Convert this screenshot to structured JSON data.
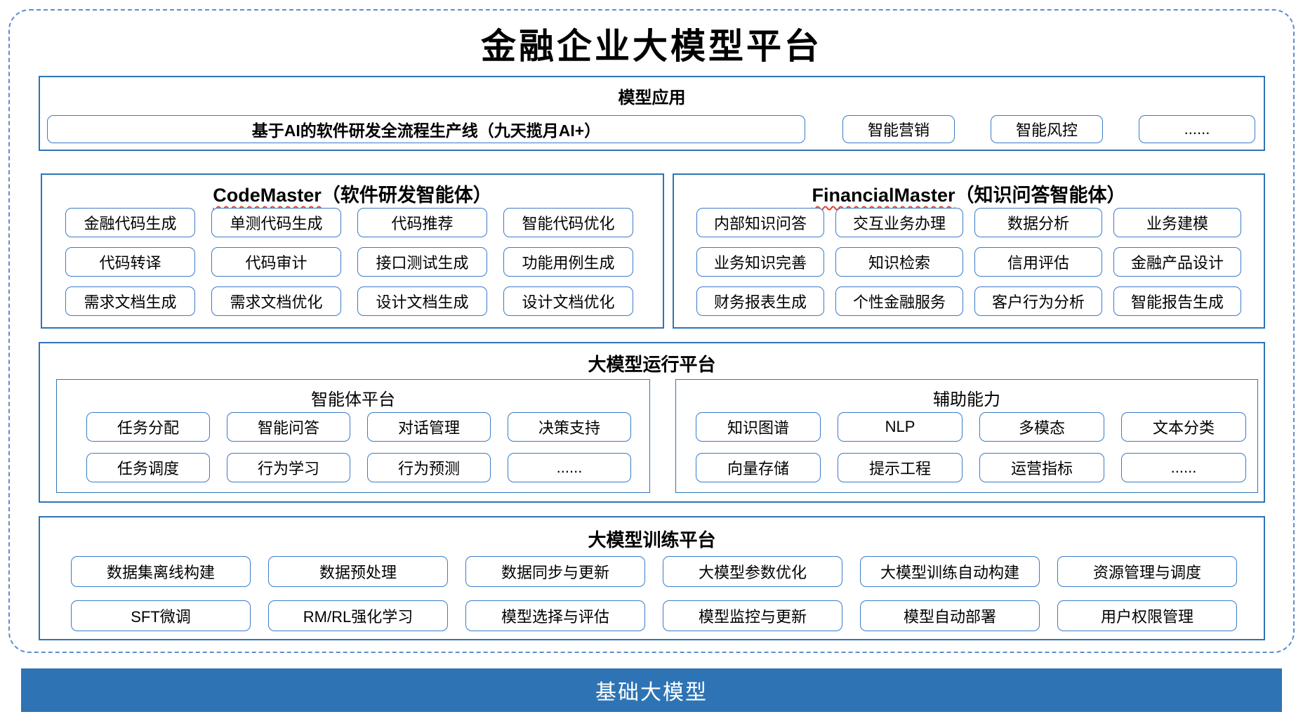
{
  "title": "金融企业大模型平台",
  "colors": {
    "section_border": "#2e74b5",
    "pill_border": "#3a7bc8",
    "dashed_border": "#5b8fd0",
    "foundation_bar": "#2e74b5",
    "squiggle": "#e8402a"
  },
  "model_app": {
    "header": "模型应用",
    "pipeline": "基于AI的软件研发全流程生产线（九天揽月AI+）",
    "items": [
      "智能营销",
      "智能风控",
      "......"
    ]
  },
  "code_master": {
    "title_en": "CodeMaster",
    "title_cn": "（软件研发智能体）",
    "items": [
      "金融代码生成",
      "单测代码生成",
      "代码推荐",
      "智能代码优化",
      "代码转译",
      "代码审计",
      "接口测试生成",
      "功能用例生成",
      "需求文档生成",
      "需求文档优化",
      "设计文档生成",
      "设计文档优化"
    ]
  },
  "financial_master": {
    "title_en": "FinancialMaster",
    "title_cn": "（知识问答智能体）",
    "items": [
      "内部知识问答",
      "交互业务办理",
      "数据分析",
      "业务建模",
      "业务知识完善",
      "知识检索",
      "信用评估",
      "金融产品设计",
      "财务报表生成",
      "个性金融服务",
      "客户行为分析",
      "智能报告生成"
    ]
  },
  "runtime": {
    "header": "大模型运行平台",
    "agent_platform": {
      "header": "智能体平台",
      "items": [
        "任务分配",
        "智能问答",
        "对话管理",
        "决策支持",
        "任务调度",
        "行为学习",
        "行为预测",
        "......"
      ]
    },
    "aux": {
      "header": "辅助能力",
      "items": [
        "知识图谱",
        "NLP",
        "多模态",
        "文本分类",
        "向量存储",
        "提示工程",
        "运营指标",
        "......"
      ]
    }
  },
  "training": {
    "header": "大模型训练平台",
    "items": [
      "数据集离线构建",
      "数据预处理",
      "数据同步与更新",
      "大模型参数优化",
      "大模型训练自动构建",
      "资源管理与调度",
      "SFT微调",
      "RM/RL强化学习",
      "模型选择与评估",
      "模型监控与更新",
      "模型自动部署",
      "用户权限管理"
    ]
  },
  "foundation": {
    "label": "基础大模型"
  }
}
